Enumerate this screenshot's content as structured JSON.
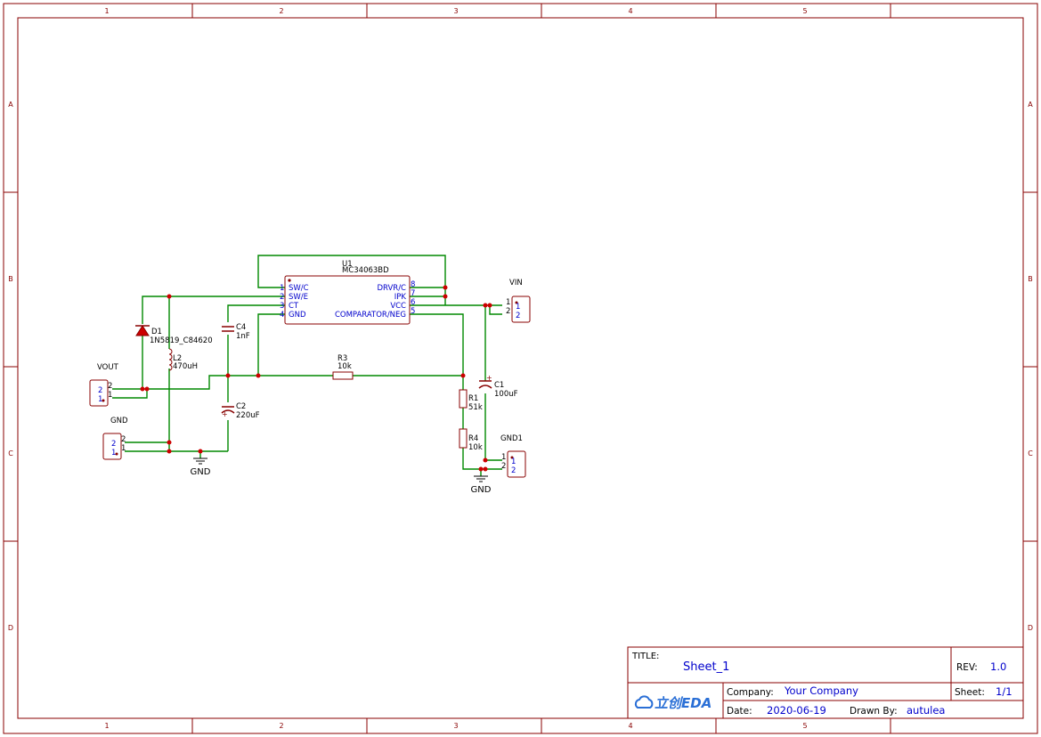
{
  "border": {
    "columns": [
      "1",
      "2",
      "3",
      "4",
      "5"
    ],
    "rows": [
      "A",
      "B",
      "C",
      "D"
    ]
  },
  "components": {
    "u1": {
      "ref": "U1",
      "value": "MC34063BD",
      "left_pins": [
        {
          "num": "1",
          "name": "SW/C"
        },
        {
          "num": "2",
          "name": "SW/E"
        },
        {
          "num": "3",
          "name": "CT"
        },
        {
          "num": "4",
          "name": "GND"
        }
      ],
      "right_pins": [
        {
          "num": "8",
          "name": "DRVR/C"
        },
        {
          "num": "7",
          "name": "IPK"
        },
        {
          "num": "6",
          "name": "VCC"
        },
        {
          "num": "5",
          "name": "COMPARATOR/NEG"
        }
      ]
    },
    "d1": {
      "ref": "D1",
      "value": "1N5819_C84620"
    },
    "l2": {
      "ref": "L2",
      "value": "470uH"
    },
    "c4": {
      "ref": "C4",
      "value": "1nF"
    },
    "c2": {
      "ref": "C2",
      "value": "220uF"
    },
    "c1": {
      "ref": "C1",
      "value": "100uF"
    },
    "r3": {
      "ref": "R3",
      "value": "10k"
    },
    "r1": {
      "ref": "R1",
      "value": "51k"
    },
    "r4": {
      "ref": "R4",
      "value": "10k"
    },
    "vin": {
      "ref": "VIN",
      "pin1": "1",
      "pin2": "2"
    },
    "vout": {
      "ref": "VOUT",
      "pin1": "1",
      "pin2": "2"
    },
    "gnd_conn": {
      "ref": "GND",
      "pin1": "1",
      "pin2": "2"
    },
    "gnd1_conn": {
      "ref": "GND1",
      "pin1": "1",
      "pin2": "2"
    },
    "gnd_symbol_left": "GND",
    "gnd_symbol_right": "GND"
  },
  "title_block": {
    "title_label": "TITLE:",
    "title": "Sheet_1",
    "rev_label": "REV:",
    "rev": "1.0",
    "company_label": "Company:",
    "company": "Your Company",
    "sheet_label": "Sheet:",
    "sheet": "1/1",
    "date_label": "Date:",
    "date": "2020-06-19",
    "drawn_label": "Drawn By:",
    "drawn_by": "autulea",
    "logo_text": "立创EDA"
  },
  "colors": {
    "frame": "#880000",
    "wire": "#008800",
    "text": "#0000cc",
    "junction": "#cc0000"
  }
}
